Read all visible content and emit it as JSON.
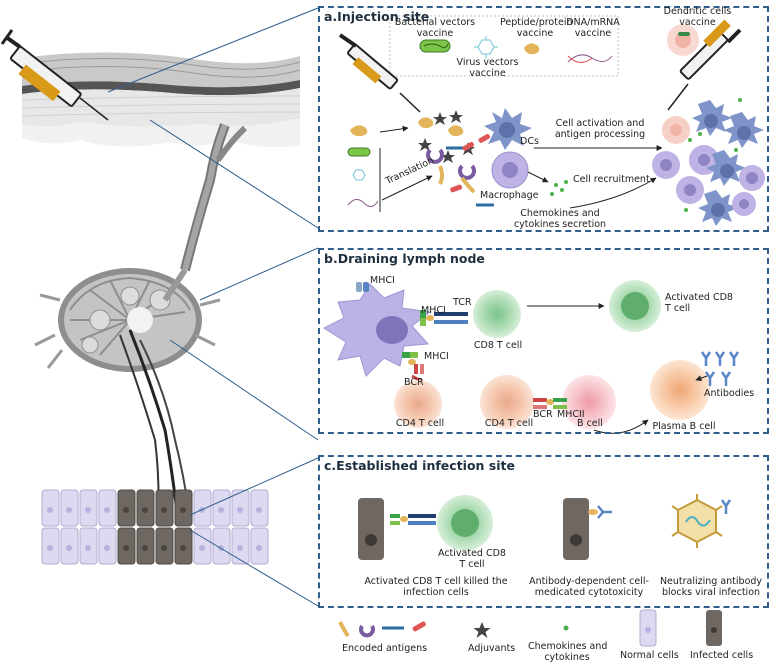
{
  "panel_a": {
    "title": "a.Injection site",
    "vaccine_bacterial": "Bacterial vectors\nvaccine",
    "vaccine_peptide": "Peptide/protein\nvaccine",
    "vaccine_dna": "DNA/mRNA\nvaccine",
    "vaccine_virus": "Virus vectors\nvaccine",
    "vaccine_dendritic": "Dendritic cells\nvaccine",
    "translation": "Translation",
    "dcs": "DCs",
    "macrophage": "Macrophage",
    "cell_activation": "Cell activation and\nantigen processing",
    "cell_recruitment": "Cell recruitment",
    "chemokines": "Chemokines and\ncytokines secretion"
  },
  "panel_b": {
    "title": "b.Draining lymph node",
    "mhci_1": "MHCI",
    "mhci_2": "MHCI",
    "mhci_3": "MHCI",
    "tcr": "TCR",
    "cd8_t_cell": "CD8 T cell",
    "activated_cd8": "Activated CD8\nT cell",
    "bcr_1": "BCR",
    "bcr_2": "BCR",
    "mhcii": "MHCII",
    "cd4_t_cell_1": "CD4 T cell",
    "cd4_t_cell_2": "CD4 T cell",
    "b_cell": "B  cell",
    "plasma_b_cell": "Plasma B  cell",
    "antibodies": "Antibodies"
  },
  "panel_c": {
    "title": "c.Established infection site",
    "activated_cd8": "Activated CD8\nT cell",
    "caption_1": "Activated CD8 T cell killed the\ninfection cells",
    "caption_2": "Antibody-dependent cell-\nmedicated cytotoxicity",
    "caption_3": "Neutralizing antibody\nblocks viral infection"
  },
  "legend": {
    "encoded_antigens": "Encoded antigens",
    "adjuvants": "Adjuvants",
    "chemokines": "Chemokines and\ncytokines",
    "normal_cells": "Normal cells",
    "infected_cells": "Infected cells"
  },
  "colors": {
    "panel_border": "#2f5d8c",
    "dendritic_cell": "#b9b3e6",
    "t_cell": "#a8d8a8",
    "cd4_cell": "#f4c4a8",
    "b_cell": "#f6c6cc",
    "antibody": "#5a86c8",
    "antigen": "#e3b45a",
    "infected_cell": "#6e6660",
    "normal_cell": "#d9d6ef"
  }
}
